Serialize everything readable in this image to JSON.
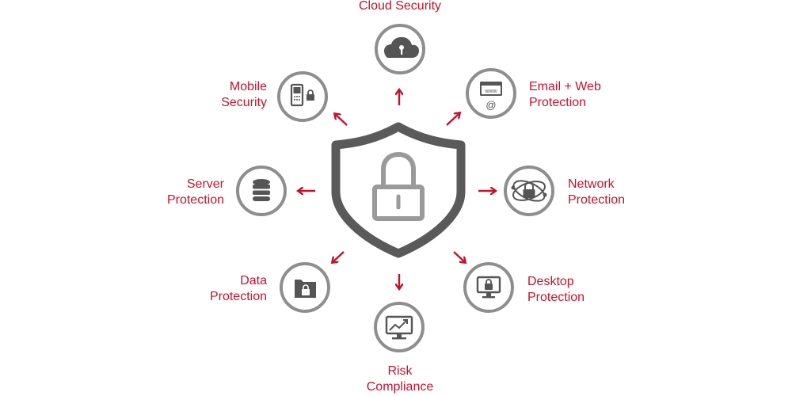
{
  "colors": {
    "accent": "#c8102e",
    "ring": "#8e8e8e",
    "icon": "#555555",
    "shield": "#5a5a5a",
    "lock": "#9a9a9a"
  },
  "center": {
    "icon": "shield-lock-icon"
  },
  "nodes": [
    {
      "id": "cloud-security",
      "lines": [
        "Cloud Security"
      ],
      "icon": "cloud-lock-icon"
    },
    {
      "id": "email-web-protection",
      "lines": [
        "Email + Web",
        "Protection"
      ],
      "icon": "browser-at-icon"
    },
    {
      "id": "network-protection",
      "lines": [
        "Network",
        "Protection"
      ],
      "icon": "globe-lock-icon"
    },
    {
      "id": "desktop-protection",
      "lines": [
        "Desktop",
        "Protection"
      ],
      "icon": "monitor-lock-icon"
    },
    {
      "id": "risk-compliance",
      "lines": [
        "Risk",
        "Compliance"
      ],
      "icon": "monitor-chart-icon"
    },
    {
      "id": "data-protection",
      "lines": [
        "Data",
        "Protection"
      ],
      "icon": "folder-lock-icon"
    },
    {
      "id": "server-protection",
      "lines": [
        "Server",
        "Protection"
      ],
      "icon": "database-icon"
    },
    {
      "id": "mobile-security",
      "lines": [
        "Mobile",
        "Security"
      ],
      "icon": "phone-lock-icon"
    }
  ]
}
